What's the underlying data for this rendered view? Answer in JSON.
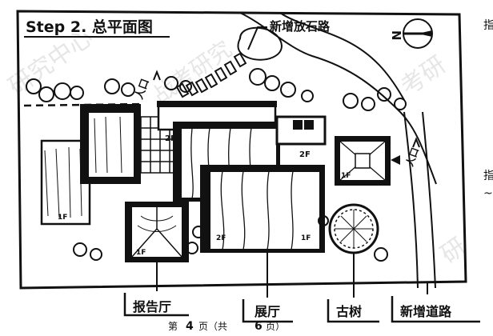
{
  "title": "Step 2. 总平面图",
  "labels": {
    "new_stone_path": "新增放石路",
    "lecture_hall": "报告厅",
    "exhibition_hall": "展厅",
    "old_tree": "古树",
    "new_road": "新增道路"
  },
  "entrance_marks": {
    "north_path": "人口",
    "east_road": "人口"
  },
  "floor_marks": {
    "lecture_hall": "1F",
    "exhibition_hall": "1F",
    "west_wing": "1F",
    "pavilion": "1F",
    "corridor": "2F",
    "small_block": "2F",
    "hall_south": "2F"
  },
  "compass": {
    "letter": "N"
  },
  "footer": {
    "page_prefix": "第",
    "page_number": "4",
    "page_middle": "页（共",
    "page_total": "6",
    "page_suffix": "页）"
  },
  "watermarks": [
    "研究中心",
    "战考研究",
    "考研",
    "研"
  ],
  "edge_marks": [
    "指",
    "指",
    "~"
  ],
  "colors": {
    "ink": "#111111",
    "paper": "#ffffff",
    "watermark": "#c9c9c9"
  }
}
